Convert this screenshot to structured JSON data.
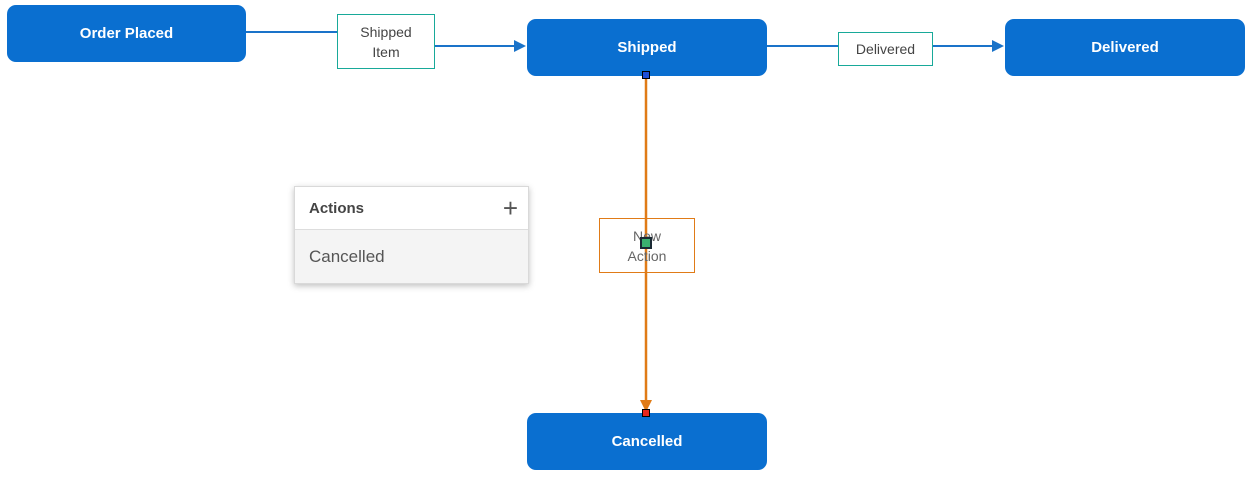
{
  "nodes": {
    "order_placed": "Order Placed",
    "shipped": "Shipped",
    "delivered": "Delivered",
    "cancelled": "Cancelled"
  },
  "edge_labels": {
    "shipped_item": "Shipped\nItem",
    "delivered": "Delivered",
    "new_action": "New\nAction"
  },
  "actions_panel": {
    "title": "Actions",
    "add_symbol": "+",
    "items": [
      "Cancelled"
    ]
  },
  "colors": {
    "node_fill": "#0a6fd0",
    "edge_blue": "#1a73c9",
    "edge_orange": "#e07b17",
    "label_border_teal": "#18a999",
    "source_handle": "#1f4fd6",
    "target_handle": "#e8261c",
    "midpoint_handle": "#3bb06f"
  }
}
